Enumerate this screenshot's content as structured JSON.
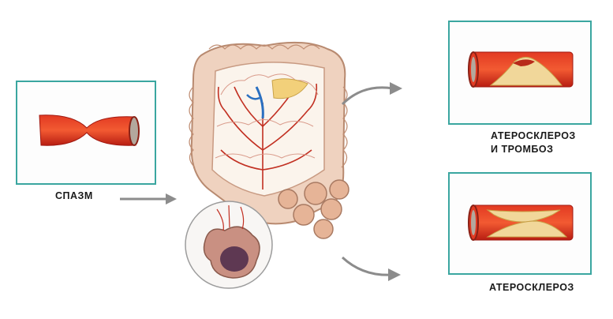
{
  "labels": {
    "spasm": "СПАЗМ",
    "atherosclerosis_thrombosis_line1": "АТЕРОСКЛЕРОЗ",
    "atherosclerosis_thrombosis_line2": "И ТРОМБОЗ",
    "atherosclerosis": "АТЕРОСКЛЕРОЗ"
  },
  "colors": {
    "panel_border": "#3aa6a0",
    "vessel_red": "#d92b1c",
    "vessel_inner": "#f04a2a",
    "plaque": "#f1d79a",
    "intestine": "#e8b89a",
    "arrow": "#8c8c8c"
  }
}
